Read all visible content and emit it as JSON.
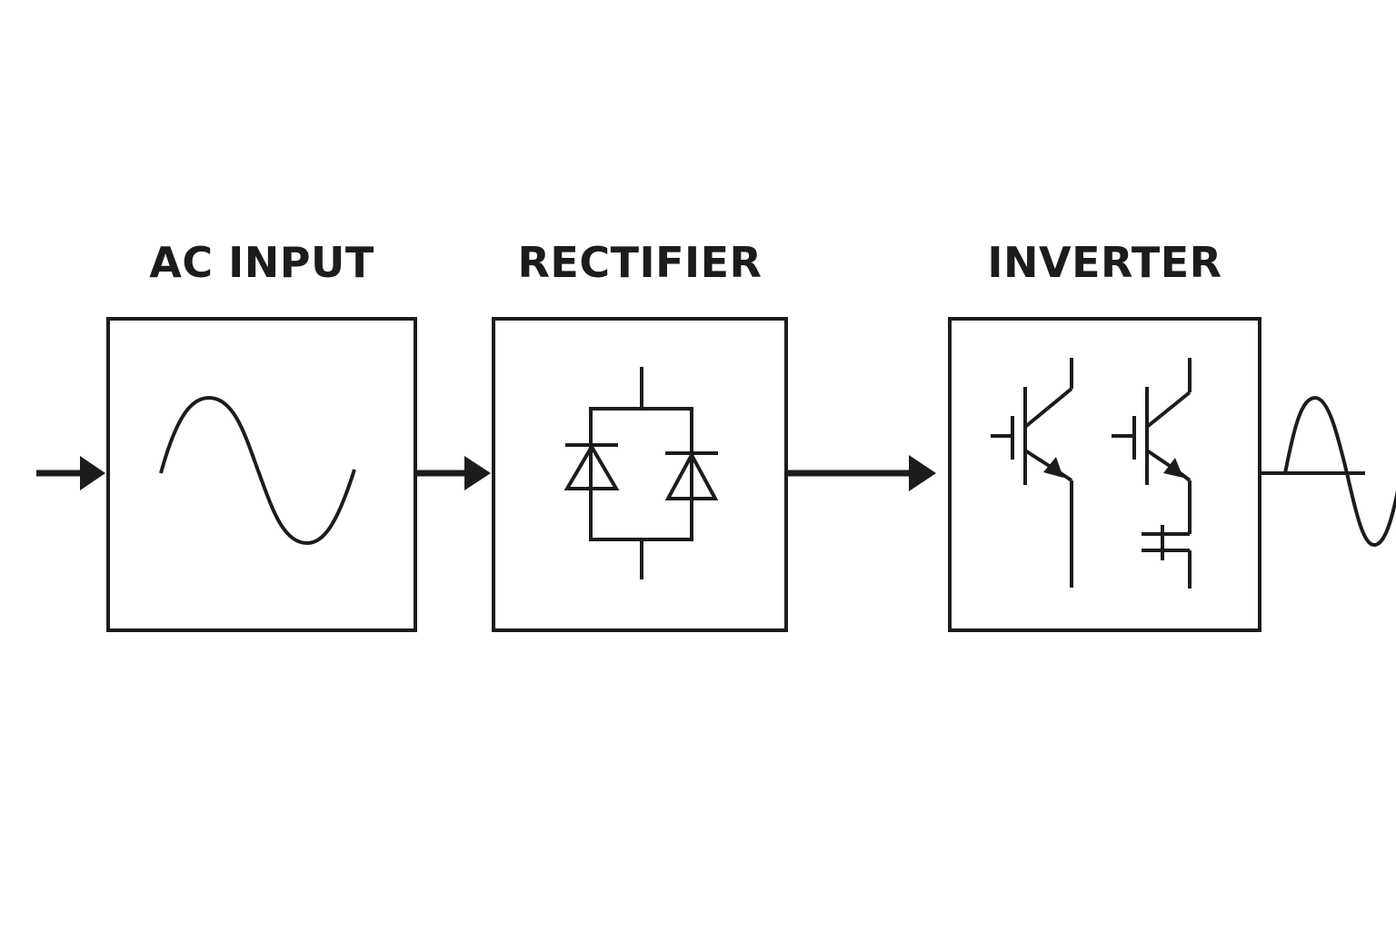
{
  "diagram": {
    "blocks": {
      "ac_input": {
        "label": "AC INPUT",
        "symbol": "sine-wave-icon"
      },
      "rectifier": {
        "label": "RECTIFIER",
        "symbol": "diode-bridge-icon"
      },
      "inverter": {
        "label": "INVERTER",
        "symbol": "igbt-pair-icon"
      }
    },
    "output_symbol": "ac-output-waveform-icon",
    "colors": {
      "line": "#1c1c1c",
      "background": "#ffffff"
    }
  }
}
